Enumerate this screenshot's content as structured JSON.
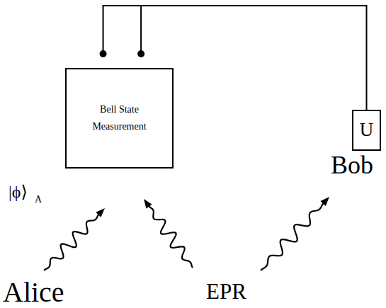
{
  "diagram": {
    "nodes": [
      {
        "text": [
          "Bell State Measurement"
        ]
      },
      {
        "text": [
          "U"
        ]
      }
    ],
    "edges": [
      {
        "from": 0,
        "to": 1,
        "arrow": "none"
      }
    ],
    "labels": [
      "|ϕ⟩",
      "A",
      "Alice",
      "EPR",
      "Bob"
    ]
  }
}
